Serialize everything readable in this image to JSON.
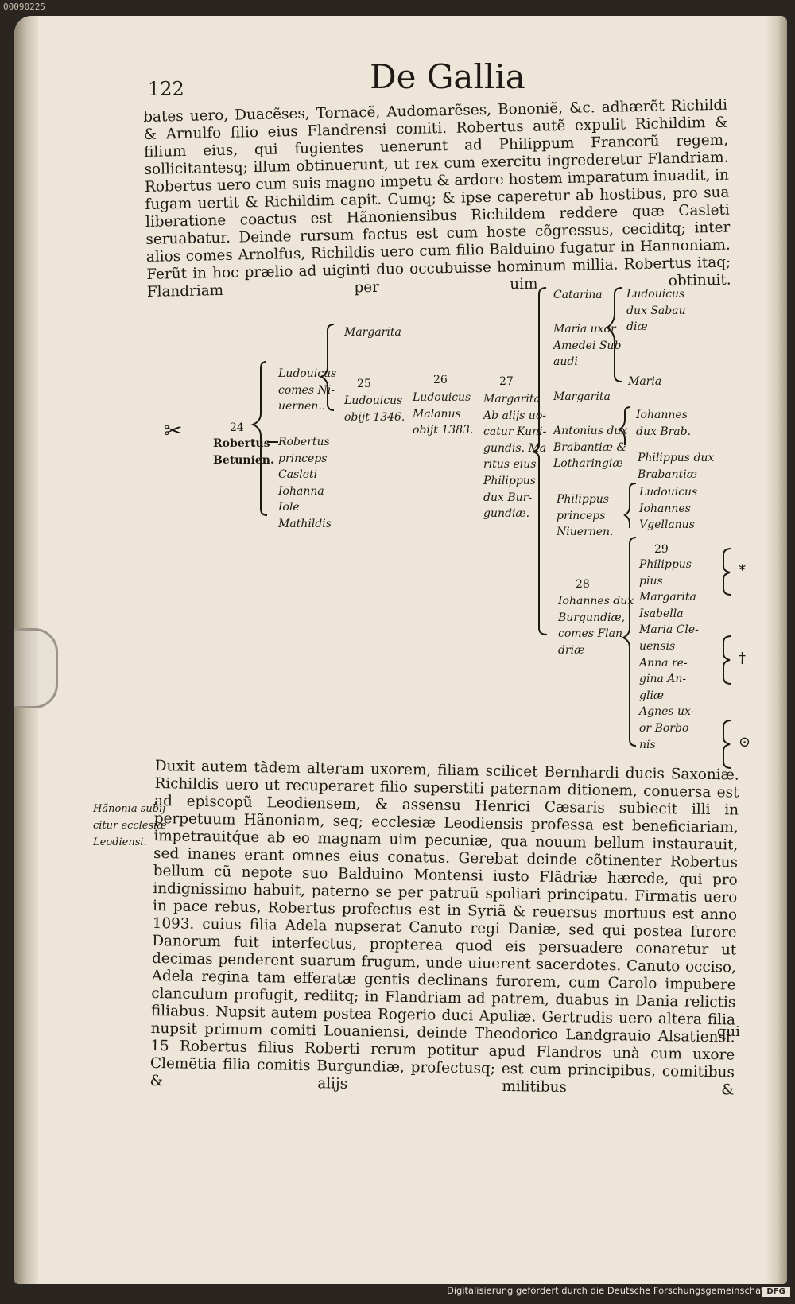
{
  "ref_code": "00090225",
  "header": {
    "page_number": "122",
    "running_title": "De Gallia"
  },
  "paragraph_top": "bates uero, Duacẽses, Tornacẽ, Audomarẽses, Bononiẽ, &c. adhærẽt Richildi & Arnulfo filio eius Flandrensi comiti. Robertus autẽ expulit Richildim & filium eius, qui fugientes uenerunt ad Philippum Francorũ regem, sollicitantesq; illum obtinuerunt, ut rex cum exercitu ingrederetur Flandriam. Robertus uero cum suis magno impetu & ardore hostem imparatum inuadit, in fugam uertit & Richildim capit. Cumq; & ipse caperetur ab hostibus, pro sua liberatione coactus est Hãnoniensibus Richildem reddere quæ Casleti seruabatur. Deinde rursum factus est cum hoste cõgressus, ceciditq; inter alios comes Arnolfus, Richildis uero cum filio Balduino fugatur in Hannoniam. Ferũt in hoc prælio ad uiginti duo occubuisse hominum millia. Robertus itaq; Flandriam per uim obtinuit.",
  "genealogy": {
    "n24": "24",
    "n25": "25",
    "n26": "26",
    "n27": "27",
    "n28": "28",
    "n29": "29",
    "robertus_betunien": "Robertus\nBetunien.",
    "margarita_1": "Margarita",
    "ludouicus_niuernen": "Ludouicus\ncomes Ni-\nuernen..",
    "robertus_group": "Robertus\nprinceps\nCasleti\nIohanna\nIole\nMathildis",
    "ludouicus_1346": "Ludouicus\nobijt 1346.",
    "ludouicus_malanus": "Ludouicus\nMalanus\nobijt 1383.",
    "margarita_kunigundis": "Margarita\nAb alijs uo-\ncatur Kuni-\ngundis. Ma\nritus eius\nPhilippus\ndux Bur-\ngundiæ.",
    "catarina": "Catarina",
    "maria_uxor": "Maria uxor\nAmedei Sub\naudi",
    "margarita_2": "Margarita",
    "antonius": "Antonius dux\nBrabantiæ &\nLotharingiæ",
    "philippus_niuernen": "Philippus\nprinceps\nNiuernen.",
    "iohannes_burgundiae": "Iohannes dux\nBurgundiæ,\ncomes Flan\ndriæ",
    "ludouicus_sabaudiae": "Ludouicus\ndux Sabau\ndiæ",
    "maria_3": "Maria",
    "iohannes_brab": "Iohannes\ndux Brab.",
    "philippus_brabantiae": "Philippus dux\nBrabantiæ",
    "ludouicus_group": "Ludouicus\nIohannes\nVgellanus",
    "philippus_pius_group": "Philippus\npius\nMargarita\nIsabella\nMaria Cle-\nuensis\nAnna re-\ngina An-\ngliæ\nAgnes ux-\nor Borbo\nnis",
    "symbols": [
      "*",
      "†",
      "⊙"
    ]
  },
  "margin_note": "Hãnonia subij-\ncitur ecclesiæ\nLeodiensi.",
  "paragraph_bottom": "Duxit autem tãdem alteram uxorem, filiam scilicet Bernhardi ducis Saxoniæ. Richildis uero ut recuperaret filio superstiti paternam ditionem, conuersa est ad episcopũ Leodiensem, & assensu Henrici Cæsaris subiecit illi in perpetuum Hãnoniam, seq; ecclesiæ Leodiensis professa est beneficiariam, impetrauitq́ue ab eo magnam uim pecuniæ, qua nouum bellum instaurauit, sed inanes erant omnes eius conatus. Gerebat deinde cõtinenter Robertus bellum cũ nepote suo Balduino Montensi iusto Flãdriæ hærede, qui pro indignissimo habuit, paterno se per patruũ spoliari principatu. Firmatis uero in pace rebus, Robertus profectus est in Syriã & reuersus mortuus est anno 1093. cuius filia Adela nupserat Canuto regi Daniæ, sed qui postea furore Danorum fuit interfectus, propterea quod eis persuadere conaretur ut decimas penderent suarum frugum, unde uiuerent sacerdotes. Canuto occiso, Adela regina tam efferatæ gentis declinans furorem, cum Carolo impubere clanculum profugit, rediitq; in Flandriam ad patrem, duabus in Dania relictis filiabus. Nupsit autem postea Rogerio duci Apuliæ. Gertrudis uero altera filia nupsit primum comiti Louaniensi, deinde Theodorico Landgrauio Alsatiensi. 15 Robertus filius Roberti rerum potitur apud Flandros unà cum uxore Clemẽtia filia comitis Burgundiæ, profectusq; est cum principibus, comitibus & alijs militibus &",
  "catchword": "qui",
  "footer": {
    "text": "Digitalisierung gefördert durch die Deutsche Forschungsgemeinschaft -",
    "logo": "DFG"
  }
}
